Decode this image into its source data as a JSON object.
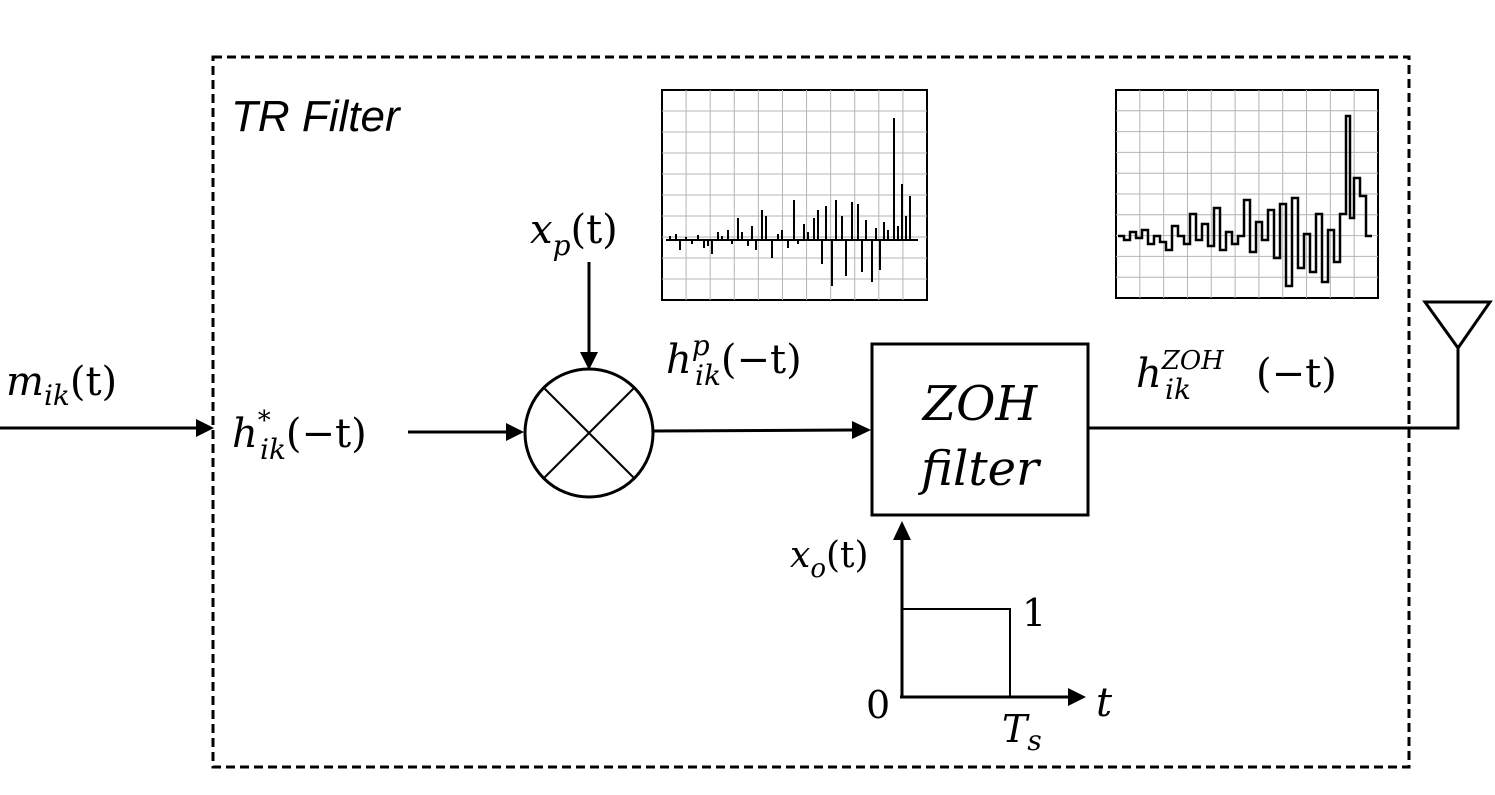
{
  "frame": {
    "title": "TR Filter"
  },
  "signals": {
    "input": {
      "base": "m",
      "sub": "ik",
      "arg": "(t)"
    },
    "matched": {
      "base": "h",
      "sub": "ik",
      "sup": "*",
      "arg": "(−t)"
    },
    "modulating": {
      "base": "x",
      "sub": "p",
      "arg": "(t)"
    },
    "pulse": {
      "base": "h",
      "sub": "ik",
      "sup": "p",
      "arg": "(−t)"
    },
    "zoh_out": {
      "base": "h",
      "sub": "ik",
      "sup": "ZOH",
      "arg": "(−t)"
    },
    "zoh_pulse": {
      "base": "x",
      "sub": "o",
      "arg": "(t)"
    }
  },
  "blocks": {
    "multiplier": {
      "symbol": "×"
    },
    "zoh": {
      "line1": "ZOH",
      "line2": "filter"
    }
  },
  "pulse_plot": {
    "origin_label": "0",
    "amplitude_label": "1",
    "time_label": "t",
    "width_label": {
      "base": "T",
      "sub": "s"
    }
  },
  "icons": {
    "antenna": "antenna-icon"
  },
  "colors": {
    "stroke": "#000000",
    "grid": "#b4b4b4",
    "background": "#ffffff"
  }
}
